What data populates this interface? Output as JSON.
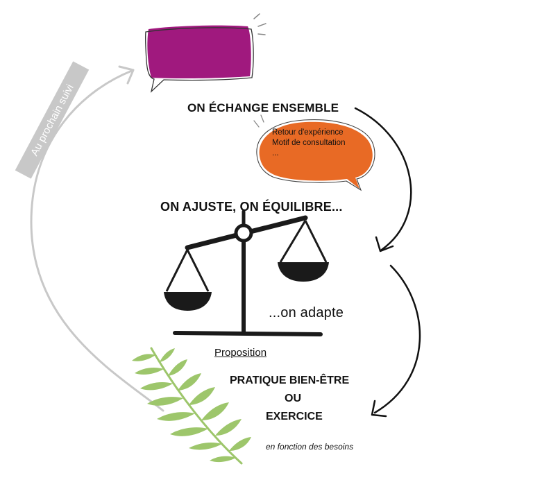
{
  "diagram": {
    "steps": {
      "exchange": "ON ÉCHANGE ENSEMBLE",
      "adjust": "ON AJUSTE, ON ÉQUILIBRE...",
      "adapt": "...on adapte"
    },
    "feedback_bubble": {
      "lines": [
        "Retour d'expérience",
        "Motif de consultation",
        "..."
      ]
    },
    "proposition": {
      "label": "Proposition",
      "option1": "PRATIQUE BIEN-ÊTRE",
      "connector": "OU",
      "option2": "EXERCICE",
      "note": "en fonction des besoins"
    },
    "return_label": "Au prochain suivi",
    "colors": {
      "purple_bubble": "#a0197e",
      "orange_bubble": "#e86a25",
      "fern": "#9dc66b",
      "return_arrow": "#c8c8c8",
      "ink": "#111111"
    }
  }
}
